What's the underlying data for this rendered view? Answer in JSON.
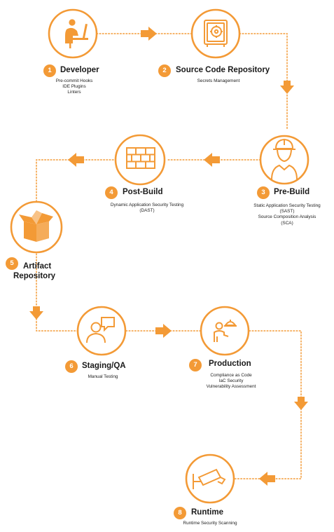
{
  "colors": {
    "accent": "#f39a36",
    "text": "#1a1a1a"
  },
  "stages": [
    {
      "number": "1",
      "title": "Developer",
      "items": [
        "Pre-commit Hooks",
        "IDE Plugins",
        "Linters"
      ],
      "icon": "developer-at-desk-icon"
    },
    {
      "number": "2",
      "title": "Source Code Repository",
      "items": [
        "Secrets Management"
      ],
      "icon": "vault-safe-icon"
    },
    {
      "number": "3",
      "title": "Pre-Build",
      "items": [
        "Static Application Security Testing",
        "(SAST)",
        "Source Composition Analysis",
        "(SCA)"
      ],
      "icon": "hardhat-worker-icon"
    },
    {
      "number": "4",
      "title": "Post-Build",
      "items": [
        "Dynamic Application Security Testing",
        "(DAST)"
      ],
      "icon": "brick-wall-icon"
    },
    {
      "number": "5",
      "title": "Artifact Repository",
      "title_lines": [
        "Artifact",
        "Repository"
      ],
      "items": [],
      "icon": "open-box-icon"
    },
    {
      "number": "6",
      "title": "Staging/QA",
      "items": [
        "Manual Testing"
      ],
      "icon": "person-speech-bubble-icon"
    },
    {
      "number": "7",
      "title": "Production",
      "items": [
        "Compliance as Code",
        "IaC Security",
        "Vulnerability Assessment"
      ],
      "icon": "waiter-cloche-icon"
    },
    {
      "number": "8",
      "title": "Runtime",
      "items": [
        "Runtime Security Scanning"
      ],
      "icon": "security-camera-icon"
    }
  ]
}
